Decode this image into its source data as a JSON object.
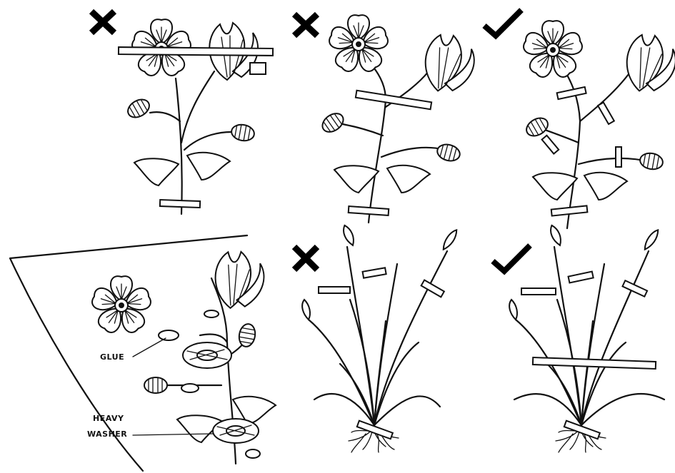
{
  "panels": [
    {
      "id": "flower-tape-through-bloom",
      "verdict": "wrong"
    },
    {
      "id": "flower-tape-across-stems",
      "verdict": "wrong"
    },
    {
      "id": "flower-small-tape-strips",
      "verdict": "correct"
    },
    {
      "id": "flower-glue-and-washer",
      "verdict": "method"
    },
    {
      "id": "grass-few-strips",
      "verdict": "wrong"
    },
    {
      "id": "grass-with-long-strip",
      "verdict": "correct"
    }
  ],
  "labels": {
    "glue": "GLUE",
    "washer_line1": "HEAVY",
    "washer_line2": "WASHER"
  },
  "colors": {
    "ink": "#111111",
    "paper": "#ffffff"
  },
  "icons": {
    "wrong": "cross-icon",
    "correct": "check-icon"
  }
}
